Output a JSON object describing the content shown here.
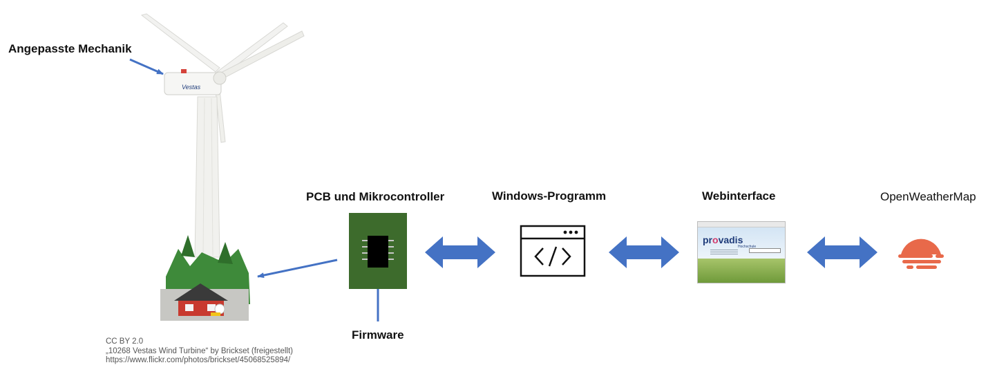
{
  "labels": {
    "mechanik": "Angepasste Mechanik",
    "pcb": "PCB und Mikrocontroller",
    "windows": "Windows-Programm",
    "web": "Webinterface",
    "owm": "OpenWeatherMap",
    "firmware": "Firmware"
  },
  "turbine": {
    "nacelle_brand": "Vestas"
  },
  "webinterface": {
    "brand_pre": "pr",
    "brand_dot": "o",
    "brand_post": "vadis",
    "sub": "Hochschule"
  },
  "credits": {
    "line1": "CC BY 2.0",
    "line2": "„10268 Vestas Wind Turbine“ by Brickset (freigestellt)",
    "line3": "https://www.flickr.com/photos/brickset/45068525894/"
  },
  "colors": {
    "arrow": "#4472c4",
    "pcb_green": "#3d6b2c",
    "sun_orange": "#e8694a"
  }
}
